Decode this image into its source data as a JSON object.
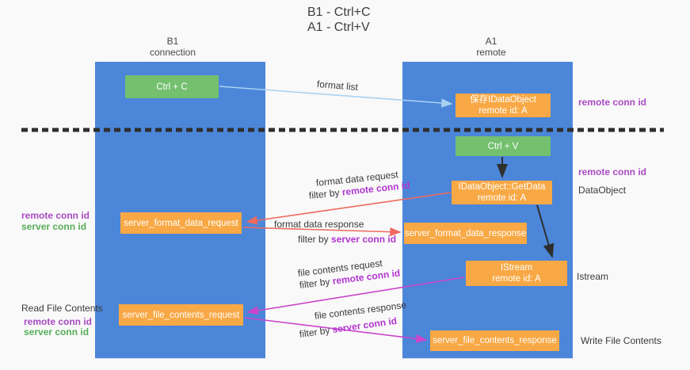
{
  "colors": {
    "column-blue": "#4c86d9",
    "green-box": "#74c06f",
    "orange-box": "#f8a844",
    "purple-label": "#a94ac2",
    "green-label": "#55ae58",
    "magenta-highlight": "#b136cf",
    "salmon-arrow": "#ed6a5f",
    "magenta-arrow": "#ca45ca",
    "lightblue-arrow": "#a9d2f2",
    "dark": "#2e2e2e"
  },
  "title": {
    "line1": "B1 - Ctrl+C",
    "line2": "A1 - Ctrl+V"
  },
  "lanes": {
    "left": {
      "title": "B1",
      "subtitle": "connection"
    },
    "right": {
      "title": "A1",
      "subtitle": "remote"
    }
  },
  "nodes": {
    "ctrl_c": {
      "label": "Ctrl + C"
    },
    "save_idataobject": {
      "line1": "保存IDataObject",
      "line2": "remote id: A"
    },
    "ctrl_v": {
      "label": "Ctrl + V"
    },
    "getdata": {
      "line1": "IDataObject::GetData",
      "line2": "remote id: A"
    },
    "server_format_data_request": {
      "label": "server_format_data_request"
    },
    "server_format_data_response": {
      "label": "server_format_data_response"
    },
    "istream": {
      "line1": "IStream",
      "line2": "remote id: A"
    },
    "server_file_contents_request": {
      "label": "server_file_contents_request"
    },
    "server_file_contents_response": {
      "label": "server_file_contents_response"
    }
  },
  "flow_labels": {
    "format_list": {
      "text": "format list"
    },
    "format_data_request": {
      "text": "format data request"
    },
    "filter_remote_1": {
      "prefix": "filter by ",
      "highlight": "remote conn id"
    },
    "format_data_response": {
      "text": "format data response"
    },
    "filter_server_1": {
      "prefix": "filter by ",
      "highlight": "server conn id"
    },
    "file_contents_request": {
      "text": "file contents request"
    },
    "filter_remote_2": {
      "prefix": "filter by ",
      "highlight": "remote conn id"
    },
    "file_contents_response": {
      "text": "file contents response"
    },
    "filter_server_2": {
      "prefix": "filter by ",
      "highlight": "server conn id"
    }
  },
  "side_labels": {
    "right_remote_conn_top": "remote conn id",
    "right_remote_conn_mid": "remote conn id",
    "right_dataobject": "DataObject",
    "right_istream": "Istream",
    "right_write_file": "Write File Contents",
    "left_remote_conn_top": "remote conn id",
    "left_server_conn_top": "server conn id",
    "left_read_file": "Read File Contents",
    "left_remote_conn_bottom": "remote conn id",
    "left_server_conn_bottom": "server conn id"
  }
}
